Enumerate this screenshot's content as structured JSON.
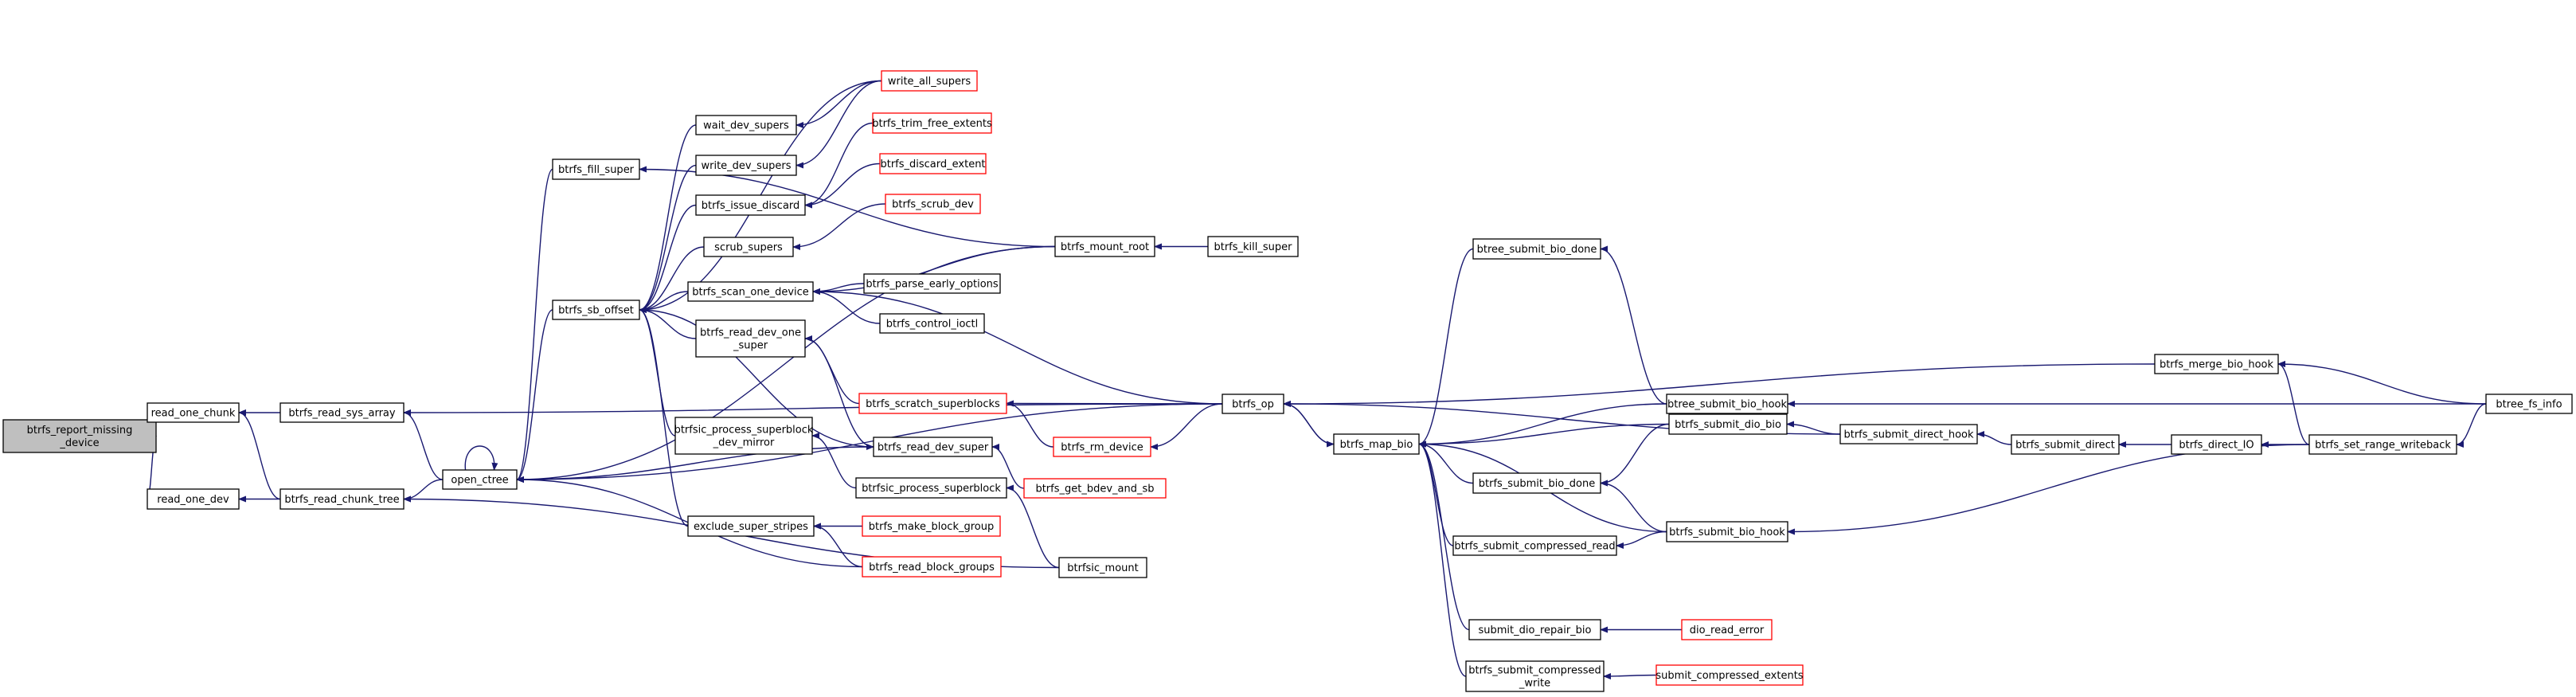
{
  "colors": {
    "edge": "#191970",
    "node_border": "#000000",
    "node_border_truncated": "#ff0000",
    "root_fill": "#bfbfbf",
    "background": "#ffffff"
  },
  "nodes": [
    {
      "id": "report_missing",
      "lines": [
        "btrfs_report_missing",
        "_device"
      ],
      "style": "root"
    },
    {
      "id": "read_one_chunk",
      "lines": [
        "read_one_chunk"
      ],
      "style": "normal"
    },
    {
      "id": "read_one_dev",
      "lines": [
        "read_one_dev"
      ],
      "style": "normal"
    },
    {
      "id": "read_sys_array",
      "lines": [
        "btrfs_read_sys_array"
      ],
      "style": "normal"
    },
    {
      "id": "read_chunk_tree",
      "lines": [
        "btrfs_read_chunk_tree"
      ],
      "style": "normal"
    },
    {
      "id": "open_ctree",
      "lines": [
        "open_ctree"
      ],
      "style": "normal"
    },
    {
      "id": "fill_super",
      "lines": [
        "btrfs_fill_super"
      ],
      "style": "normal"
    },
    {
      "id": "sb_offset",
      "lines": [
        "btrfs_sb_offset"
      ],
      "style": "normal"
    },
    {
      "id": "wait_dev_supers",
      "lines": [
        "wait_dev_supers"
      ],
      "style": "normal"
    },
    {
      "id": "write_dev_supers",
      "lines": [
        "write_dev_supers"
      ],
      "style": "normal"
    },
    {
      "id": "issue_discard",
      "lines": [
        "btrfs_issue_discard"
      ],
      "style": "normal"
    },
    {
      "id": "scrub_supers",
      "lines": [
        "scrub_supers"
      ],
      "style": "normal"
    },
    {
      "id": "scan_one_device",
      "lines": [
        "btrfs_scan_one_device"
      ],
      "style": "normal"
    },
    {
      "id": "read_dev_one_super",
      "lines": [
        "btrfs_read_dev_one",
        "_super"
      ],
      "style": "normal"
    },
    {
      "id": "check_sb_mirror",
      "lines": [
        "btrfsic_process_superblock",
        "_dev_mirror"
      ],
      "style": "normal"
    },
    {
      "id": "exclude_super_stripes",
      "lines": [
        "exclude_super_stripes"
      ],
      "style": "normal"
    },
    {
      "id": "write_all_supers",
      "lines": [
        "write_all_supers"
      ],
      "style": "truncated"
    },
    {
      "id": "trim_free_extents",
      "lines": [
        "btrfs_trim_free_extents"
      ],
      "style": "truncated"
    },
    {
      "id": "discard_extent",
      "lines": [
        "btrfs_discard_extent"
      ],
      "style": "truncated"
    },
    {
      "id": "scrub_dev",
      "lines": [
        "btrfs_scrub_dev"
      ],
      "style": "truncated"
    },
    {
      "id": "parse_early_options",
      "lines": [
        "btrfs_parse_early_options"
      ],
      "style": "normal"
    },
    {
      "id": "control_ioctl",
      "lines": [
        "btrfs_control_ioctl"
      ],
      "style": "normal"
    },
    {
      "id": "scratch_superblocks",
      "lines": [
        "btrfs_scratch_superblocks"
      ],
      "style": "truncated"
    },
    {
      "id": "read_dev_super",
      "lines": [
        "btrfs_read_dev_super"
      ],
      "style": "normal"
    },
    {
      "id": "process_superblock",
      "lines": [
        "btrfsic_process_superblock"
      ],
      "style": "normal"
    },
    {
      "id": "make_block_group",
      "lines": [
        "btrfs_make_block_group"
      ],
      "style": "truncated"
    },
    {
      "id": "read_block_groups",
      "lines": [
        "btrfs_read_block_groups"
      ],
      "style": "truncated"
    },
    {
      "id": "mount_root",
      "lines": [
        "btrfs_mount_root"
      ],
      "style": "normal"
    },
    {
      "id": "kill_super",
      "lines": [
        "btrfs_kill_super"
      ],
      "style": "normal"
    },
    {
      "id": "rm_device",
      "lines": [
        "btrfs_rm_device"
      ],
      "style": "truncated"
    },
    {
      "id": "get_bdev_and_sb",
      "lines": [
        "btrfs_get_bdev_and_sb"
      ],
      "style": "truncated"
    },
    {
      "id": "btrfsic_mount",
      "lines": [
        "btrfsic_mount"
      ],
      "style": "normal"
    },
    {
      "id": "btrfs_op",
      "lines": [
        "btrfs_op"
      ],
      "style": "normal"
    },
    {
      "id": "map_bio",
      "lines": [
        "btrfs_map_bio"
      ],
      "style": "normal"
    },
    {
      "id": "btree_submit_bio_done",
      "lines": [
        "btree_submit_bio_done"
      ],
      "style": "normal"
    },
    {
      "id": "btree_submit_bio_hook",
      "lines": [
        "btree_submit_bio_hook"
      ],
      "style": "normal"
    },
    {
      "id": "submit_bio_done",
      "lines": [
        "btrfs_submit_bio_done"
      ],
      "style": "normal"
    },
    {
      "id": "submit_compressed_read",
      "lines": [
        "btrfs_submit_compressed_read"
      ],
      "style": "normal"
    },
    {
      "id": "submit_dio_bio",
      "lines": [
        "btrfs_submit_dio_bio"
      ],
      "style": "normal"
    },
    {
      "id": "submit_bio_hook",
      "lines": [
        "btrfs_submit_bio_hook"
      ],
      "style": "normal"
    },
    {
      "id": "submit_dio_repair_bio",
      "lines": [
        "submit_dio_repair_bio"
      ],
      "style": "normal"
    },
    {
      "id": "dio_read_error",
      "lines": [
        "dio_read_error"
      ],
      "style": "truncated"
    },
    {
      "id": "submit_compressed_write",
      "lines": [
        "btrfs_submit_compressed",
        "_write"
      ],
      "style": "normal"
    },
    {
      "id": "submit_compressed_extents",
      "lines": [
        "submit_compressed_extents"
      ],
      "style": "truncated"
    },
    {
      "id": "submit_direct_hook",
      "lines": [
        "btrfs_submit_direct_hook"
      ],
      "style": "normal"
    },
    {
      "id": "submit_direct",
      "lines": [
        "btrfs_submit_direct"
      ],
      "style": "normal"
    },
    {
      "id": "direct_io",
      "lines": [
        "btrfs_direct_IO"
      ],
      "style": "normal"
    },
    {
      "id": "merge_bio_hook",
      "lines": [
        "btrfs_merge_bio_hook"
      ],
      "style": "normal"
    },
    {
      "id": "set_range_writeback",
      "lines": [
        "btrfs_set_range_writeback"
      ],
      "style": "normal"
    },
    {
      "id": "btree_fs_info",
      "lines": [
        "btree_fs_info"
      ],
      "style": "normal"
    }
  ],
  "edges": [
    [
      "read_one_chunk",
      "report_missing"
    ],
    [
      "read_one_dev",
      "report_missing"
    ],
    [
      "read_sys_array",
      "read_one_chunk"
    ],
    [
      "read_chunk_tree",
      "read_one_chunk"
    ],
    [
      "read_chunk_tree",
      "read_one_dev"
    ],
    [
      "open_ctree",
      "read_sys_array"
    ],
    [
      "open_ctree",
      "read_chunk_tree"
    ],
    [
      "open_ctree",
      "open_ctree"
    ],
    [
      "fill_super",
      "open_ctree"
    ],
    [
      "sb_offset",
      "open_ctree"
    ],
    [
      "wait_dev_supers",
      "sb_offset"
    ],
    [
      "write_dev_supers",
      "sb_offset"
    ],
    [
      "issue_discard",
      "sb_offset"
    ],
    [
      "scrub_supers",
      "sb_offset"
    ],
    [
      "scan_one_device",
      "sb_offset"
    ],
    [
      "read_dev_one_super",
      "sb_offset"
    ],
    [
      "check_sb_mirror",
      "sb_offset"
    ],
    [
      "exclude_super_stripes",
      "sb_offset"
    ],
    [
      "read_dev_super",
      "sb_offset"
    ],
    [
      "write_all_supers",
      "sb_offset"
    ],
    [
      "write_all_supers",
      "wait_dev_supers"
    ],
    [
      "write_all_supers",
      "write_dev_supers"
    ],
    [
      "trim_free_extents",
      "issue_discard"
    ],
    [
      "discard_extent",
      "issue_discard"
    ],
    [
      "scrub_dev",
      "scrub_supers"
    ],
    [
      "parse_early_options",
      "scan_one_device"
    ],
    [
      "control_ioctl",
      "scan_one_device"
    ],
    [
      "mount_root",
      "scan_one_device"
    ],
    [
      "btrfs_op",
      "scan_one_device"
    ],
    [
      "read_dev_one_super",
      "read_dev_super"
    ],
    [
      "scratch_superblocks",
      "read_dev_one_super"
    ],
    [
      "read_dev_super",
      "open_ctree"
    ],
    [
      "get_bdev_and_sb",
      "read_dev_super"
    ],
    [
      "process_superblock",
      "check_sb_mirror"
    ],
    [
      "btrfsic_mount",
      "process_superblock"
    ],
    [
      "make_block_group",
      "exclude_super_stripes"
    ],
    [
      "read_block_groups",
      "exclude_super_stripes"
    ],
    [
      "read_block_groups",
      "open_ctree"
    ],
    [
      "btrfsic_mount",
      "read_chunk_tree"
    ],
    [
      "mount_root",
      "open_ctree"
    ],
    [
      "mount_root",
      "fill_super"
    ],
    [
      "kill_super",
      "mount_root"
    ],
    [
      "btrfs_op",
      "scratch_superblocks"
    ],
    [
      "rm_device",
      "scratch_superblocks"
    ],
    [
      "btrfs_op",
      "rm_device"
    ],
    [
      "btrfs_op",
      "read_sys_array"
    ],
    [
      "btrfs_op",
      "open_ctree"
    ],
    [
      "map_bio",
      "btrfs_op"
    ],
    [
      "btrfs_op",
      "map_bio"
    ],
    [
      "btree_submit_bio_done",
      "map_bio"
    ],
    [
      "btree_submit_bio_hook",
      "map_bio"
    ],
    [
      "submit_bio_done",
      "map_bio"
    ],
    [
      "submit_compressed_read",
      "map_bio"
    ],
    [
      "submit_dio_bio",
      "map_bio"
    ],
    [
      "submit_bio_hook",
      "map_bio"
    ],
    [
      "submit_dio_repair_bio",
      "map_bio"
    ],
    [
      "submit_compressed_write",
      "map_bio"
    ],
    [
      "btree_submit_bio_hook",
      "btree_submit_bio_done"
    ],
    [
      "submit_dio_bio",
      "submit_bio_done"
    ],
    [
      "submit_bio_hook",
      "submit_bio_done"
    ],
    [
      "submit_bio_hook",
      "submit_compressed_read"
    ],
    [
      "dio_read_error",
      "submit_dio_repair_bio"
    ],
    [
      "submit_compressed_extents",
      "submit_compressed_write"
    ],
    [
      "submit_direct_hook",
      "submit_dio_bio"
    ],
    [
      "submit_direct_hook",
      "btrfs_op"
    ],
    [
      "submit_direct",
      "submit_direct_hook"
    ],
    [
      "direct_io",
      "submit_direct"
    ],
    [
      "set_range_writeback",
      "direct_io"
    ],
    [
      "merge_bio_hook",
      "btrfs_op"
    ],
    [
      "btree_fs_info",
      "merge_bio_hook"
    ],
    [
      "set_range_writeback",
      "merge_bio_hook"
    ],
    [
      "btree_fs_info",
      "btree_submit_bio_hook"
    ],
    [
      "btree_fs_info",
      "set_range_writeback"
    ],
    [
      "set_range_writeback",
      "submit_bio_hook"
    ]
  ]
}
